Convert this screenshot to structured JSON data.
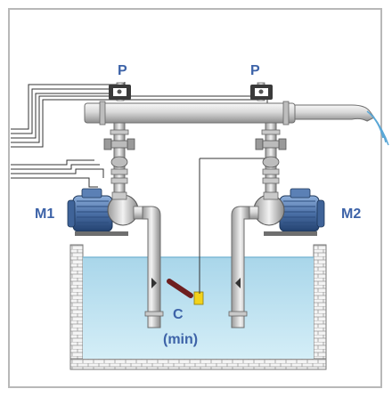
{
  "labels": {
    "pressure_switch_left": "P",
    "pressure_switch_right": "P",
    "motor_pump_left": "M1",
    "motor_pump_right": "M2",
    "level_sensor": "C",
    "level_sensor_note": "(min)"
  },
  "colors": {
    "label": "#3d63a8",
    "water": "#bfe3f0",
    "water_surface": "#7fbad6",
    "pipe": "#d6d6d6",
    "motor": "#4a6fa5",
    "tank_wall": "#f2f2f2",
    "float_sensor": "#f2d21a"
  }
}
